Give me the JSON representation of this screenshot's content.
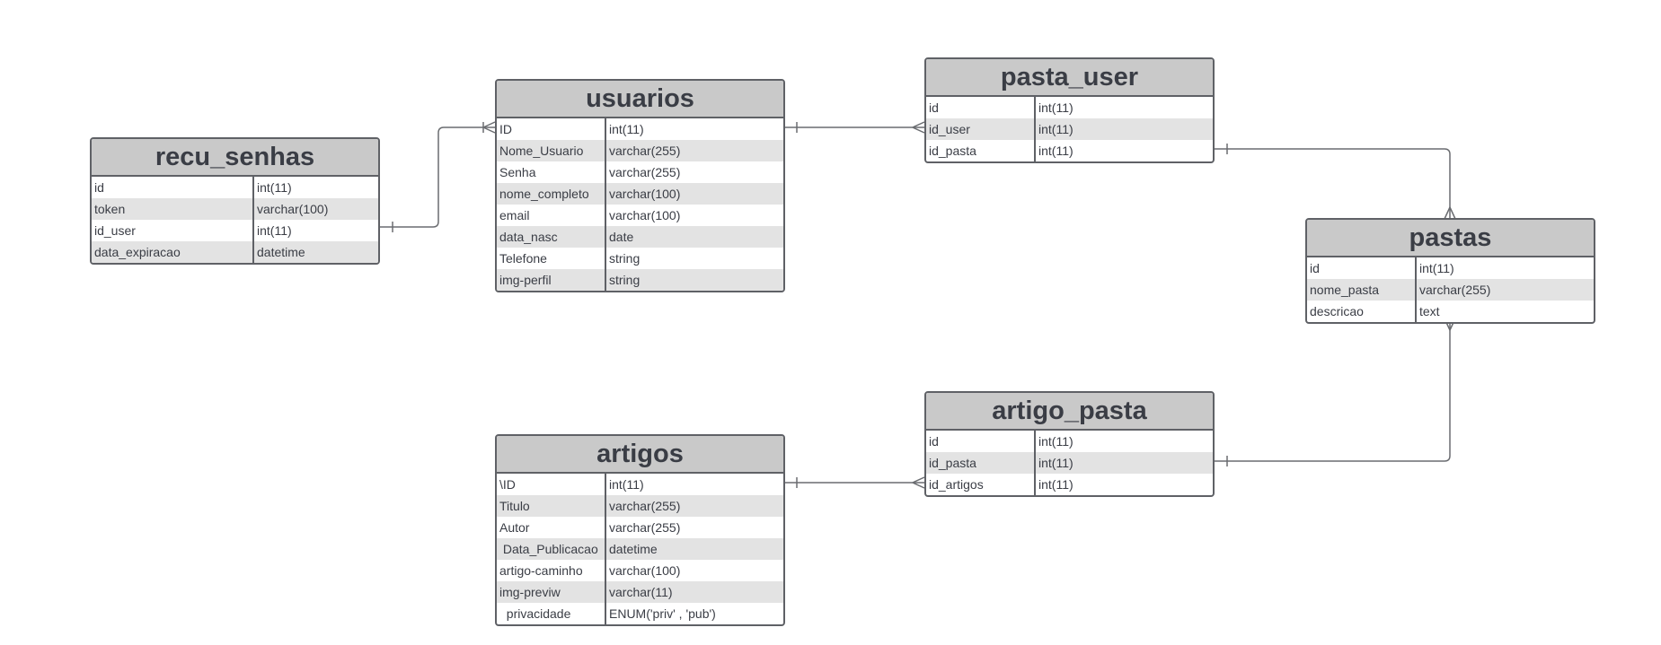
{
  "diagram": {
    "entities": [
      {
        "key": "recu_senhas",
        "title": "recu_senhas",
        "rows": [
          {
            "name": "id",
            "type": "int(11)"
          },
          {
            "name": "token",
            "type": "varchar(100)"
          },
          {
            "name": "id_user",
            "type": "int(11)"
          },
          {
            "name": "data_expiracao",
            "type": "datetime"
          }
        ]
      },
      {
        "key": "usuarios",
        "title": "usuarios",
        "rows": [
          {
            "name": "ID",
            "type": "int(11)"
          },
          {
            "name": "Nome_Usuario",
            "type": "varchar(255)"
          },
          {
            "name": "Senha",
            "type": "varchar(255)"
          },
          {
            "name": "nome_completo",
            "type": "varchar(100)"
          },
          {
            "name": "email",
            "type": "varchar(100)"
          },
          {
            "name": "data_nasc",
            "type": "date"
          },
          {
            "name": "Telefone",
            "type": "string"
          },
          {
            "name": "img-perfil",
            "type": "string"
          }
        ]
      },
      {
        "key": "pasta_user",
        "title": "pasta_user",
        "rows": [
          {
            "name": "id",
            "type": "int(11)"
          },
          {
            "name": "id_user",
            "type": "int(11)"
          },
          {
            "name": "id_pasta",
            "type": "int(11)"
          }
        ]
      },
      {
        "key": "pastas",
        "title": "pastas",
        "rows": [
          {
            "name": "id",
            "type": "int(11)"
          },
          {
            "name": "nome_pasta",
            "type": "varchar(255)"
          },
          {
            "name": "descricao",
            "type": "text"
          }
        ]
      },
      {
        "key": "artigo_pasta",
        "title": "artigo_pasta",
        "rows": [
          {
            "name": "id",
            "type": "int(11)"
          },
          {
            "name": "id_pasta",
            "type": "int(11)"
          },
          {
            "name": "id_artigos",
            "type": "int(11)"
          }
        ]
      },
      {
        "key": "artigos",
        "title": "artigos",
        "rows": [
          {
            "name": "\\ID",
            "type": "int(11)"
          },
          {
            "name": "Titulo",
            "type": "varchar(255)"
          },
          {
            "name": "Autor",
            "type": "varchar(255)"
          },
          {
            "name": " Data_Publicacao",
            "type": "datetime"
          },
          {
            "name": "artigo-caminho",
            "type": "varchar(100)"
          },
          {
            "name": "img-previw",
            "type": "varchar(11)"
          },
          {
            "name": "  privacidade",
            "type": "ENUM('priv' , 'pub')"
          }
        ]
      }
    ],
    "relationships": [
      {
        "from": "recu_senhas",
        "to": "usuarios",
        "from_end": "one",
        "to_end": "one-or-many"
      },
      {
        "from": "usuarios",
        "to": "pasta_user",
        "from_end": "one",
        "to_end": "many"
      },
      {
        "from": "pasta_user",
        "to": "pastas",
        "from_end": "one",
        "to_end": "many"
      },
      {
        "from": "pastas",
        "to": "artigo_pasta",
        "from_end": "many",
        "to_end": "one"
      },
      {
        "from": "artigos",
        "to": "artigo_pasta",
        "from_end": "one",
        "to_end": "many"
      }
    ],
    "colors": {
      "header": "#c9c9c9",
      "row_alt": "#e3e3e3",
      "border": "#5f6166",
      "text": "#3a3d45",
      "connector": "#6a6c70"
    }
  }
}
